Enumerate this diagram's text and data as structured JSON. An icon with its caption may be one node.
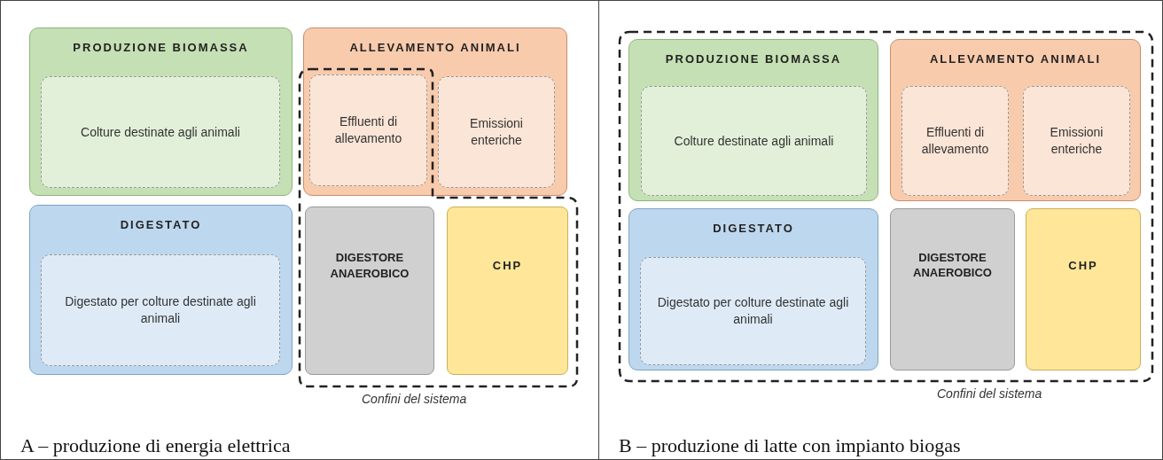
{
  "diagram": {
    "nodes": [
      {
        "text": [
          "A – produzione di energia elettrica"
        ]
      },
      {
        "text": [
          "PRODUZIONE BIOMASSA"
        ],
        "in": 0
      },
      {
        "text": [
          "Colture destinate agli animali"
        ],
        "in": 1
      },
      {
        "text": [
          "ALLEVAMENTO ANIMALI"
        ],
        "in": 0
      },
      {
        "text": [
          "Effluenti di allevamento"
        ]
      },
      {
        "text": [
          "Emissioni enteriche"
        ],
        "in": 3
      },
      {
        "text": [
          "DIGESTATO"
        ],
        "in": 0
      },
      {
        "text": [
          "Digestato per colture destinate agli animali"
        ],
        "in": 6
      },
      {
        "text": [
          "Confini del sistema"
        ],
        "in": 0
      },
      {
        "text": [
          "DIGESTORE ANAEROBICO"
        ],
        "in": 8
      },
      {
        "text": [
          "CHP"
        ],
        "in": 8
      },
      {
        "text": [
          "B – produzione di latte con impianto biogas"
        ]
      },
      {
        "text": [
          "Confini del sistema"
        ],
        "in": 11
      },
      {
        "text": [
          "PRODUZIONE BIOMASSA"
        ],
        "in": 12
      },
      {
        "text": [
          "Colture destinate agli animali"
        ],
        "in": 13
      },
      {
        "text": [
          "ALLEVAMENTO ANIMALI"
        ],
        "in": 12
      },
      {
        "text": [
          "Effluenti di allevamento"
        ],
        "in": 15
      },
      {
        "text": [
          "Emissioni enteriche"
        ],
        "in": 15
      },
      {
        "text": [
          "DIGESTATO"
        ],
        "in": 12
      },
      {
        "text": [
          "Digestato per colture destinate agli animali"
        ],
        "in": 18
      },
      {
        "text": [
          "DIGESTORE ANAEROBICO"
        ],
        "in": 12
      },
      {
        "text": [
          "CHP"
        ],
        "in": 12
      }
    ]
  }
}
